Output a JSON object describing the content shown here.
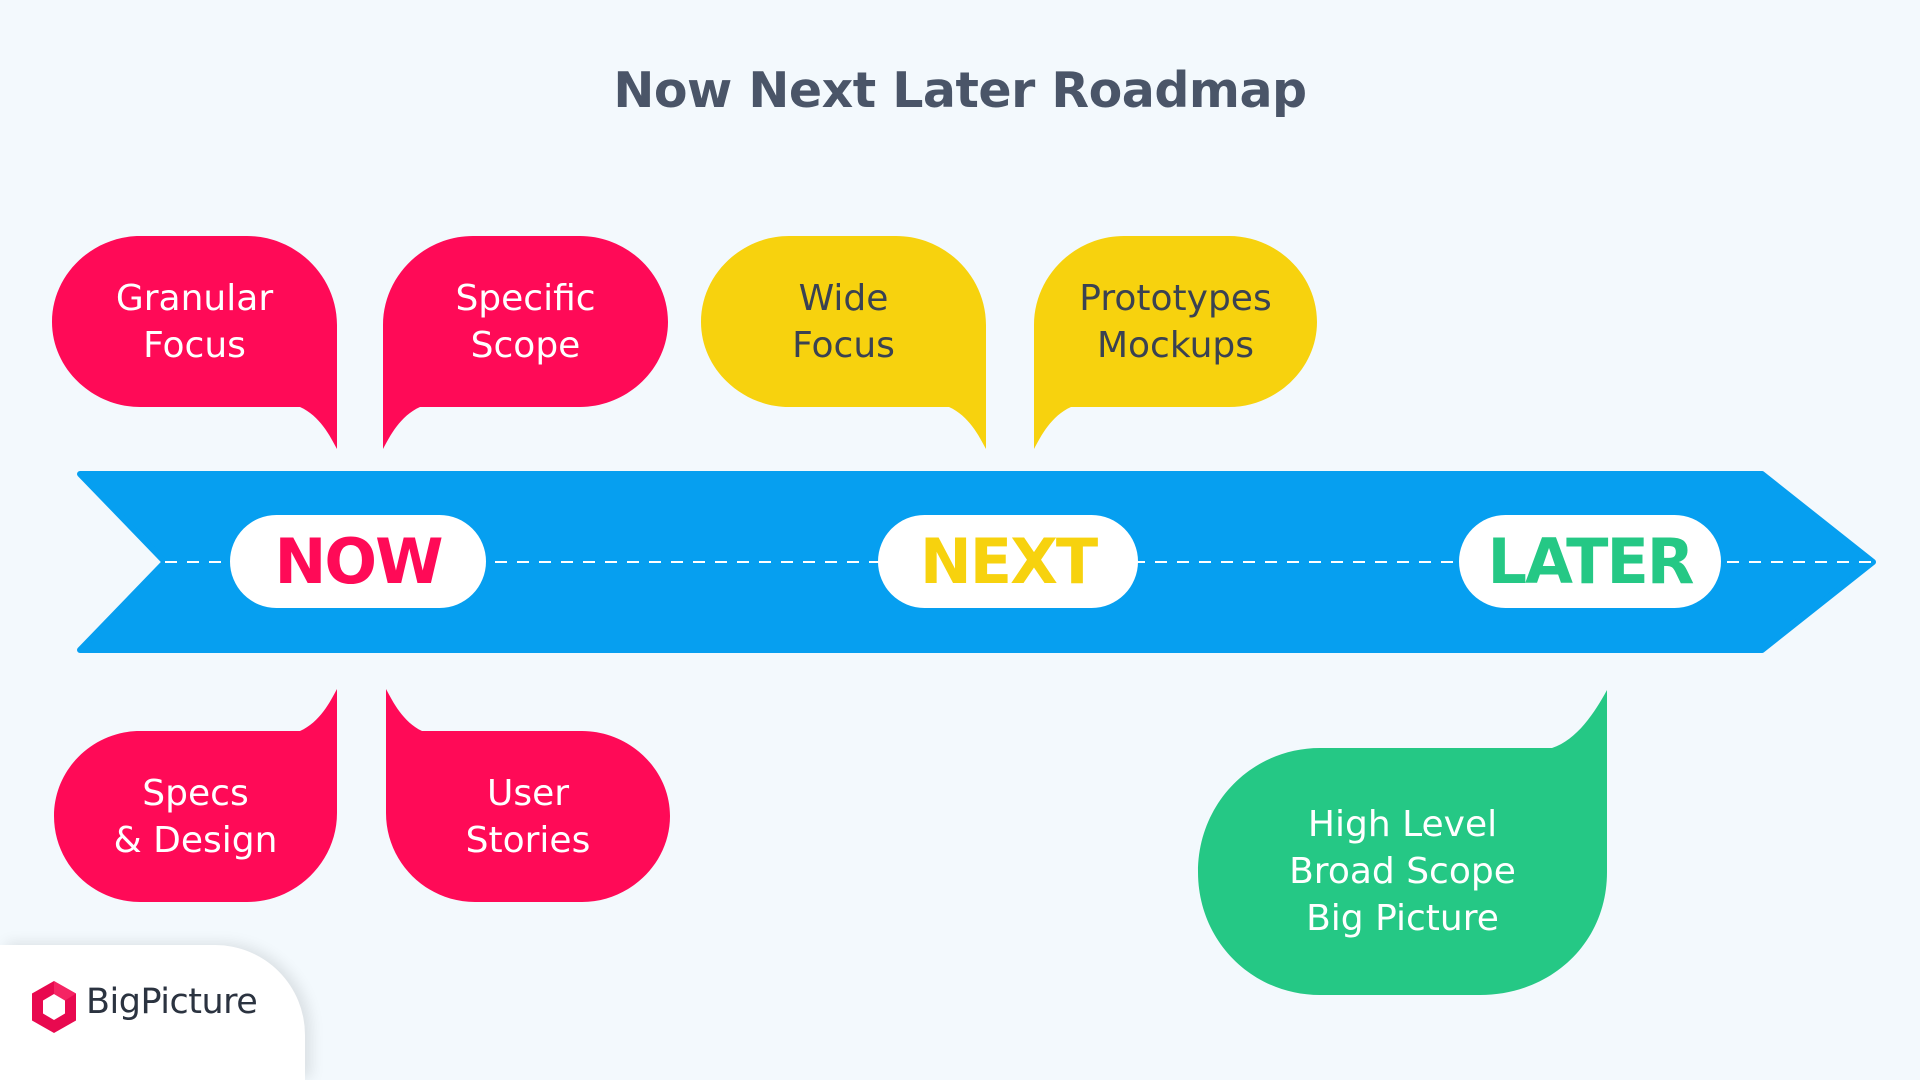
{
  "title": "Now Next Later Roadmap",
  "colors": {
    "background": "#f3f9fd",
    "arrow": "#069ff0",
    "now": "#ff0a57",
    "next": "#f7d20e",
    "later": "#25c885",
    "title_text": "#4a5568"
  },
  "stages": {
    "now": "NOW",
    "next": "NEXT",
    "later": "LATER"
  },
  "bubbles": {
    "now_top_1": [
      "Granular",
      "Focus"
    ],
    "now_top_2": [
      "Specific",
      "Scope"
    ],
    "next_top_1": [
      "Wide",
      "Focus"
    ],
    "next_top_2": [
      "Prototypes",
      "Mockups"
    ],
    "now_bottom_1": [
      "Specs",
      "& Design"
    ],
    "now_bottom_2": [
      "User",
      "Stories"
    ],
    "later_bottom_1": [
      "High Level",
      "Broad Scope",
      "Big Picture"
    ]
  },
  "logo": {
    "icon": "hexagon-logo-icon",
    "text": "BigPicture"
  }
}
